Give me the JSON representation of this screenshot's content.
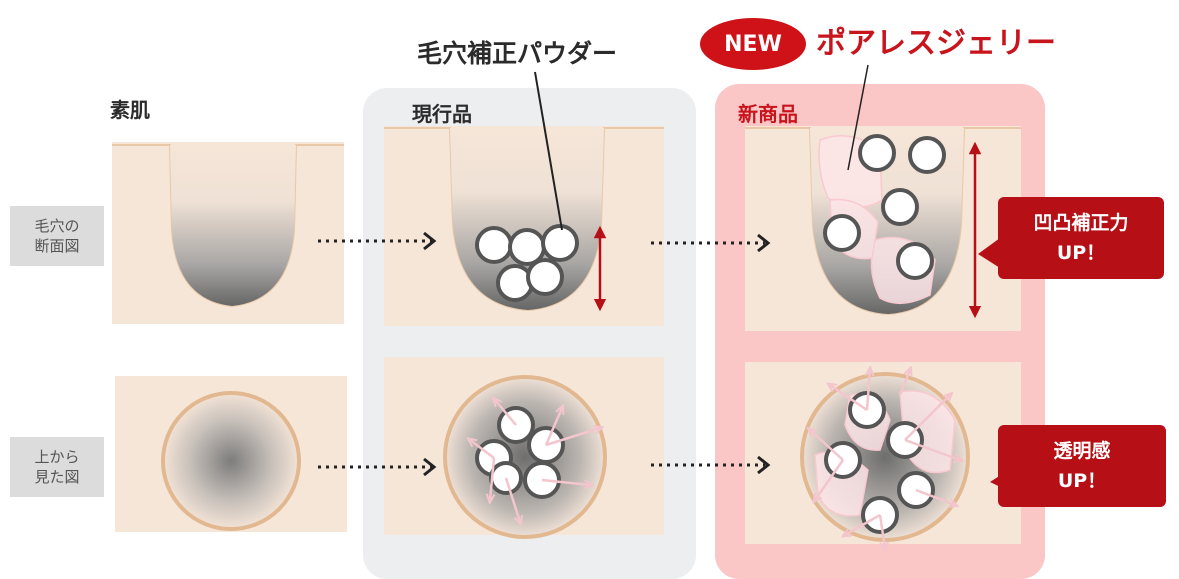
{
  "labels": {
    "bare_skin": "素肌",
    "current": "現行品",
    "new_product": "新商品",
    "powder": "毛穴補正パウダー",
    "new_badge": "NEW",
    "jelly": "ポアレスジェリー"
  },
  "rows": {
    "cross_section": [
      "毛穴の",
      "断面図"
    ],
    "top_view": [
      "上から",
      "見た図"
    ]
  },
  "callouts": {
    "unevenness": [
      "凹凸補正力",
      "UP！"
    ],
    "transparency": [
      "透明感",
      "UP！"
    ]
  },
  "colors": {
    "skin": "#f6e6d8",
    "current_panel": "#eceef0",
    "new_panel": "#fbc6c6",
    "accent_red": "#b70f16",
    "badge_red": "#cf1118",
    "title_red": "#c8141c"
  }
}
